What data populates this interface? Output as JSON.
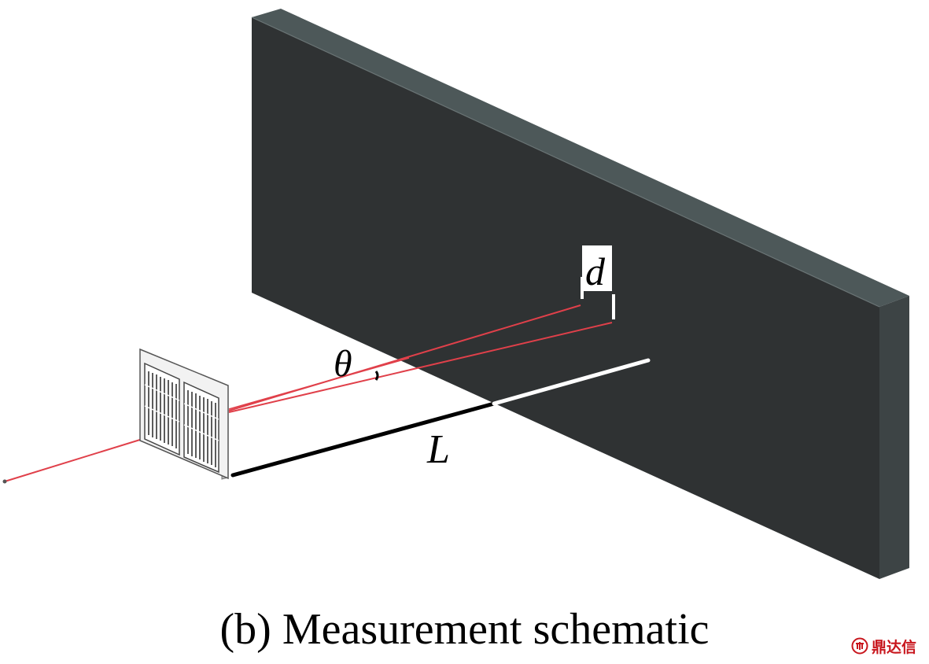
{
  "labels": {
    "distance": "L",
    "angle": "θ",
    "displacement": "d"
  },
  "caption": "(b) Measurement schematic",
  "watermark": {
    "text": "鼎达信",
    "color": "#c8161d"
  },
  "colors": {
    "wall_front": "#2f3233",
    "wall_top": "#4d5859",
    "wall_side": "#3d4445",
    "laser": "#e0404a",
    "baseline": "#000000"
  }
}
